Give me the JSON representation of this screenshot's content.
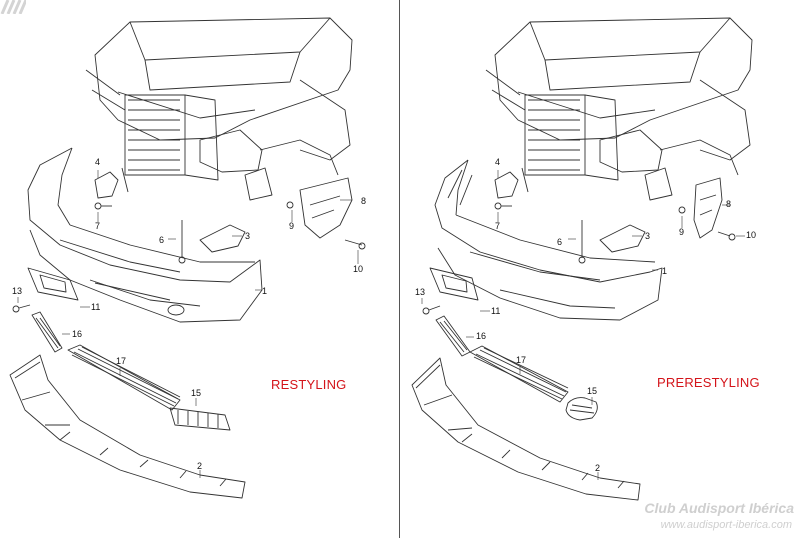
{
  "panels": [
    {
      "variant_label": "RESTYLING",
      "callouts": [
        "1",
        "2",
        "3",
        "4",
        "6",
        "7",
        "8",
        "9",
        "10",
        "11",
        "13",
        "15",
        "16",
        "17"
      ]
    },
    {
      "variant_label": "PRERESTYLING",
      "callouts": [
        "1",
        "2",
        "3",
        "4",
        "6",
        "7",
        "8",
        "9",
        "10",
        "11",
        "13",
        "15",
        "16",
        "17"
      ]
    }
  ],
  "watermark": {
    "title": "Club Audisport Ibérica",
    "url": "www.audisport-iberica.com"
  },
  "colors": {
    "line": "#333333",
    "variant_text": "#d4141a",
    "watermark": "#cfcfcf",
    "divider": "#555555"
  }
}
